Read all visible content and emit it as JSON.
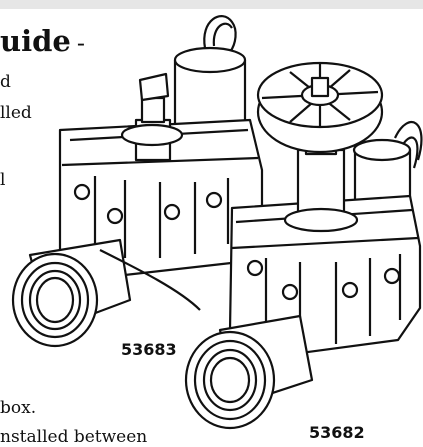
{
  "heading": {
    "word": "uide",
    "dash": "-"
  },
  "text_lines": [
    "d",
    "lled",
    "l",
    "box.",
    "nstalled between"
  ],
  "labels": {
    "left_valve": "53683",
    "right_valve": "53682"
  },
  "colors": {
    "top_band": "#e6e6e6",
    "line": "#111111",
    "fill": "#ffffff"
  }
}
